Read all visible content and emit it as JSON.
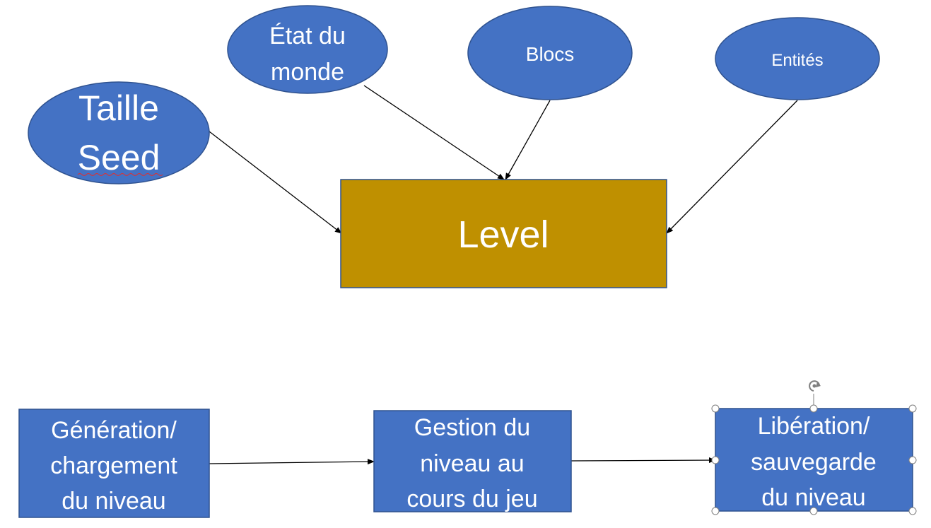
{
  "diagram": {
    "inputs": {
      "taille_seed": [
        "Taille",
        "Seed"
      ],
      "etat_du_monde": [
        "État du",
        "monde"
      ],
      "blocs": [
        "Blocs"
      ],
      "entites": [
        "Entités"
      ]
    },
    "level": {
      "label": "Level"
    },
    "process": {
      "generation": [
        "Génération/",
        "chargement",
        "du niveau"
      ],
      "gestion": [
        "Gestion du",
        "niveau au",
        "cours du jeu"
      ],
      "liberation": [
        "Libération/",
        "sauvegarde",
        "du niveau"
      ]
    }
  },
  "colors": {
    "node_fill": "#4472c4",
    "node_stroke": "#2f528f",
    "level_fill": "#bf9000",
    "text": "#ffffff",
    "arrow": "#000000"
  },
  "icons": {
    "rotate_handle": "rotate-icon"
  }
}
